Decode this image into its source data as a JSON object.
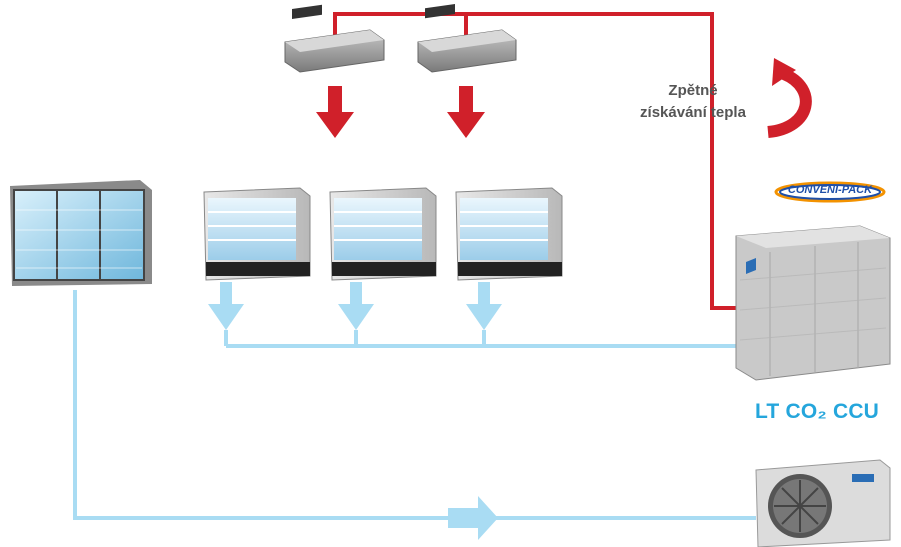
{
  "heat_recovery_label": {
    "line1": "Zpětné",
    "line2": "získávání tepla"
  },
  "ccu_label": "LT CO₂ CCU",
  "logo_text": "CONVENI-PACK",
  "colors": {
    "hot_pipe": "#d0202a",
    "cold_pipe": "#a9dcf3",
    "ccu_label": "#25a6dc",
    "logo_blue": "#1f4fa8",
    "logo_orange": "#f39200"
  }
}
